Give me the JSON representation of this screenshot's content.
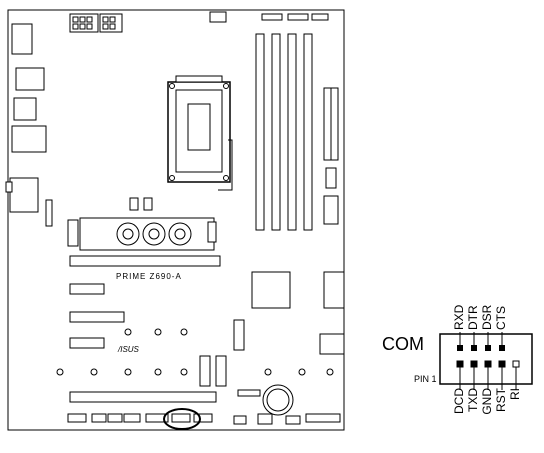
{
  "board": {
    "model_label": "PRIME Z690-A",
    "brand_label": "/ISUS"
  },
  "connector": {
    "name": "COM",
    "pin1_label": "PIN 1",
    "top_pins": [
      "RXD",
      "DTR",
      "DSR",
      "CTS"
    ],
    "bottom_pins": [
      "DCD",
      "TXD",
      "GND",
      "RST",
      "RI"
    ]
  },
  "colors": {
    "line": "#000000",
    "board_fill": "#ffffff",
    "component_fill": "#ffffff"
  }
}
